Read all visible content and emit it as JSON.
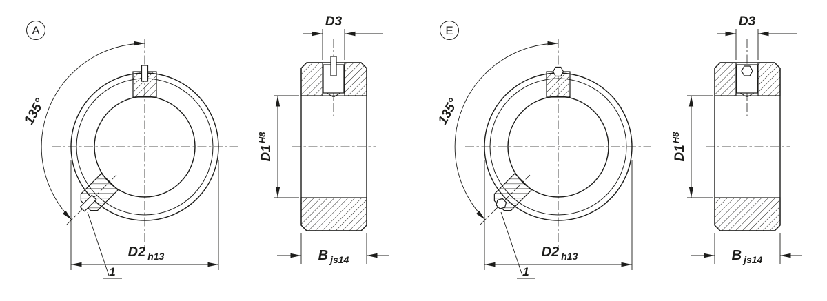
{
  "drawing": {
    "type": "technical-drawing",
    "subject": "adjusting ring with set screw, front view and sectioned side view",
    "background_color": "#ffffff",
    "line_color": "#1d1d1b",
    "variants": [
      {
        "badge": "A",
        "front": {
          "angle_label": "135°",
          "diameter_label": "D2",
          "diameter_tolerance": "h13",
          "item_ref": "1"
        },
        "side": {
          "screw_dia_label": "D3",
          "bore_label": "D1",
          "bore_tolerance": "H8",
          "width_label": "B",
          "width_tolerance": "js14"
        }
      },
      {
        "badge": "E",
        "front": {
          "angle_label": "135°",
          "diameter_label": "D2",
          "diameter_tolerance": "h13",
          "item_ref": "1"
        },
        "side": {
          "screw_dia_label": "D3",
          "bore_label": "D1",
          "bore_tolerance": "H8",
          "width_label": "B",
          "width_tolerance": "js14"
        }
      }
    ]
  }
}
